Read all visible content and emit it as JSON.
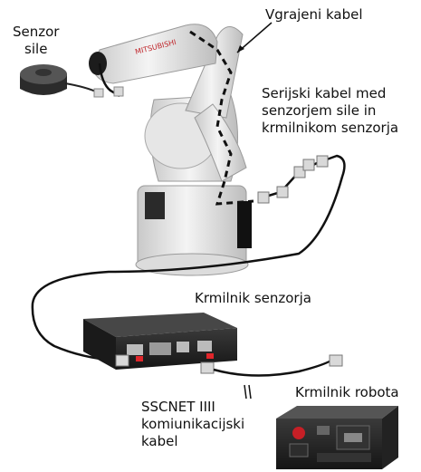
{
  "labels": {
    "force_sensor": [
      "Senzor",
      "sile"
    ],
    "builtin_cable": "Vgrajeni kabel",
    "serial_cable": [
      "Serijski kabel med",
      "senzorjem sile in",
      "krmilnikom senzorja"
    ],
    "sensor_controller": "Krmilnik senzorja",
    "sscnet_cable": [
      "SSCNET IIII",
      "komiunikacijski",
      "kabel"
    ],
    "robot_controller": "Krmilnik robota"
  },
  "brand": {
    "robot_logo": "MITSUBISHI"
  },
  "colors": {
    "cable": "#111111",
    "connector": "#d9d9d9",
    "accent": "#e0262b"
  }
}
